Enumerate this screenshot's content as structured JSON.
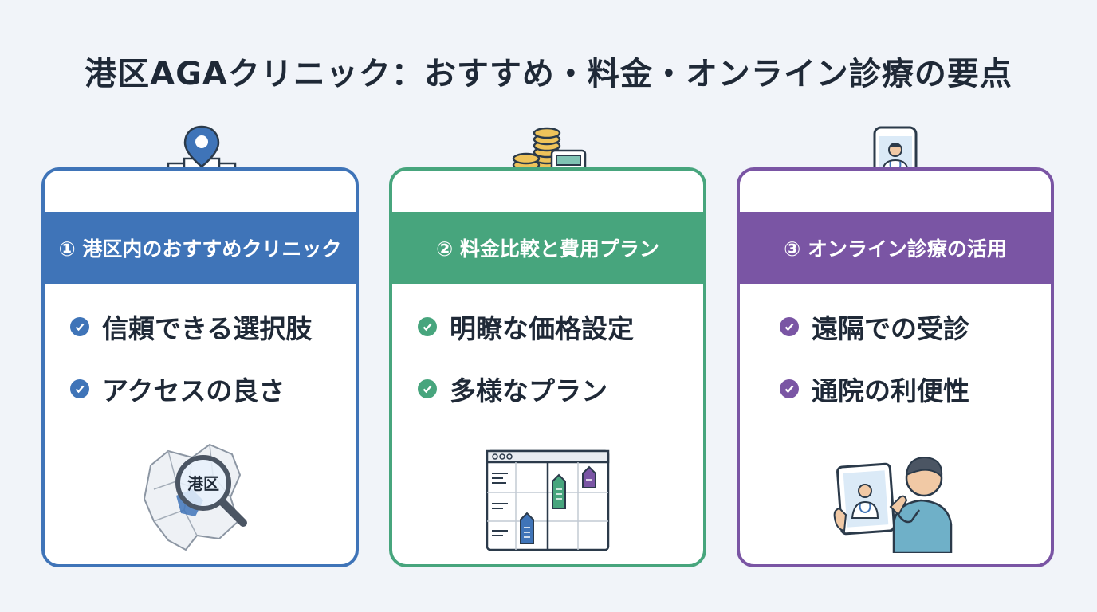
{
  "title": "港区AGAクリニック：おすすめ・料金・オンライン診療の要点",
  "colors": {
    "blue": "#3f74b8",
    "green": "#47a57d",
    "purple": "#7a55a4"
  },
  "cards": [
    {
      "header": "① 港区内のおすすめクリニック",
      "items": [
        "信頼できる選択肢",
        "アクセスの良さ"
      ],
      "map_label": "港区",
      "top_icon": "hospital-location-pin-icon",
      "illustration": "tokyo-map-magnifier-icon"
    },
    {
      "header": "② 料金比較と費用プラン",
      "items": [
        "明瞭な価格設定",
        "多様なプラン"
      ],
      "top_icon": "coins-calculator-icon",
      "illustration": "price-tag-table-icon"
    },
    {
      "header": "③ オンライン診療の活用",
      "items": [
        "遠隔での受診",
        "通院の利便性"
      ],
      "top_icon": "smartphone-doctor-icon",
      "illustration": "patient-tablet-video-call-icon"
    }
  ]
}
